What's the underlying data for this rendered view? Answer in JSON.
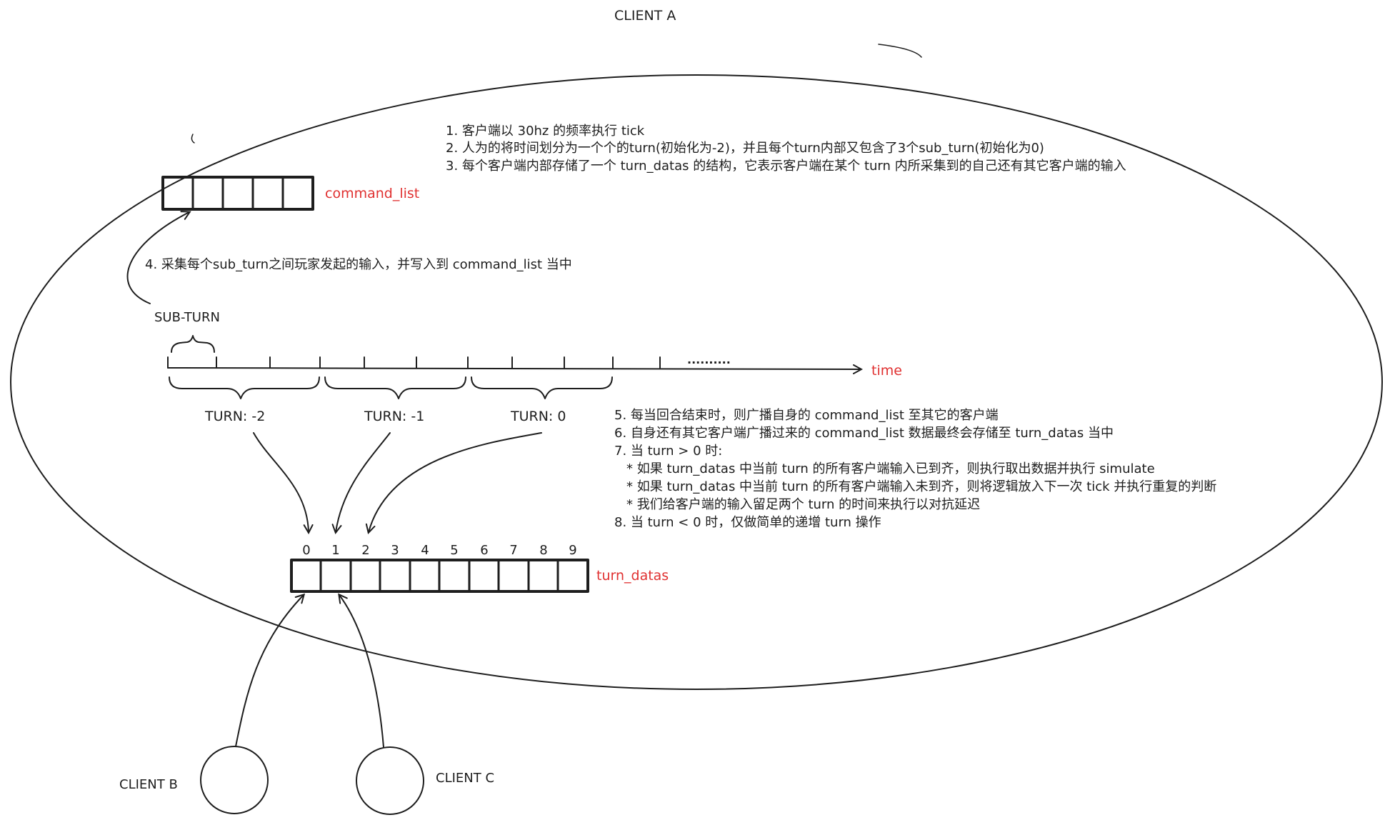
{
  "client_a": {
    "label": "CLIENT A"
  },
  "command_list": {
    "label": "command_list",
    "cells": 5
  },
  "notes_top": [
    "1.  客户端以 30hz 的频率执行 tick",
    "2. 人为的将时间划分为一个个的turn(初始化为-2)，并且每个turn内部又包含了3个sub_turn(初始化为0)",
    "3. 每个客户端内部存储了一个 turn_datas 的结构，它表示客户端在某个 turn 内所采集到的自己还有其它客户端的输入"
  ],
  "note_collect": "4. 采集每个sub_turn之间玩家发起的输入，并写入到 command_list 当中",
  "sub_turn_label": "SUB-TURN",
  "timeline": {
    "dots": "..........",
    "time_label": "time"
  },
  "turn_labels": [
    "TURN: -2",
    "TURN: -1",
    "TURN: 0"
  ],
  "notes_bottom": [
    "5. 每当回合结束时，则广播自身的 command_list 至其它的客户端",
    "6. 自身还有其它客户端广播过来的 command_list 数据最终会存储至 turn_datas 当中",
    "7. 当 turn > 0 时:",
    "* 如果 turn_datas 中当前 turn 的所有客户端输入已到齐，则执行取出数据并执行 simulate",
    "* 如果 turn_datas 中当前 turn 的所有客户端输入未到齐，则将逻辑放入下一次 tick 并执行重复的判断",
    "* 我们给客户端的输入留足两个 turn 的时间来执行以对抗延迟",
    "8. 当 turn < 0 时，仅做简单的递增 turn 操作"
  ],
  "turn_datas": {
    "label": "turn_datas",
    "indices": [
      "0",
      "1",
      "2",
      "3",
      "4",
      "5",
      "6",
      "7",
      "8",
      "9"
    ]
  },
  "clients": [
    {
      "label": "CLIENT B"
    },
    {
      "label": "CLIENT C"
    }
  ],
  "colors": {
    "ink": "#1e1e1e",
    "accent": "#e03131",
    "background": "#ffffff"
  }
}
